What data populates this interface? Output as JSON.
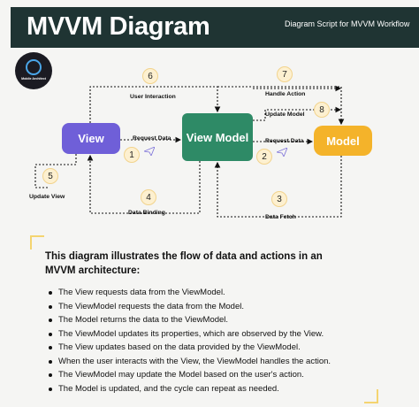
{
  "header": {
    "title": "MVVM Diagram",
    "subtitle": "Diagram Script for MVVM Workflow"
  },
  "logo": {
    "text": "Mobile Architect"
  },
  "diagram": {
    "nodes": {
      "view": "View",
      "viewmodel": "View Model",
      "model": "Model"
    },
    "labels": {
      "user_interaction": "User Interaction",
      "handle_action": "Handle Action",
      "update_model": "Update Model",
      "request_data_1": "Request Data",
      "request_data_2": "Request Data",
      "update_view": "Update View",
      "data_binding": "Data Binding",
      "data_fetch": "Data Fetch"
    },
    "steps": [
      "1",
      "2",
      "3",
      "4",
      "5",
      "6",
      "7",
      "8"
    ]
  },
  "description": {
    "title": "This diagram illustrates the flow of data and actions in an MVVM architecture:",
    "bullets": [
      "The View requests data from the ViewModel.",
      "The ViewModel requests the data from the Model.",
      "The Model returns the data to the ViewModel.",
      "The ViewModel updates its properties, which are observed by the View.",
      "The View updates based on the data provided by the ViewModel.",
      "When the user interacts with the View, the ViewModel handles the action.",
      "The ViewModel may update the Model based on the user's action.",
      "The Model is updated, and the cycle can repeat as needed."
    ]
  },
  "colors": {
    "header_bg": "#1f3433",
    "view": "#6f5fd8",
    "viewmodel": "#2e8a66",
    "model": "#f4b32a",
    "step_badge": "#fdf0d0"
  }
}
